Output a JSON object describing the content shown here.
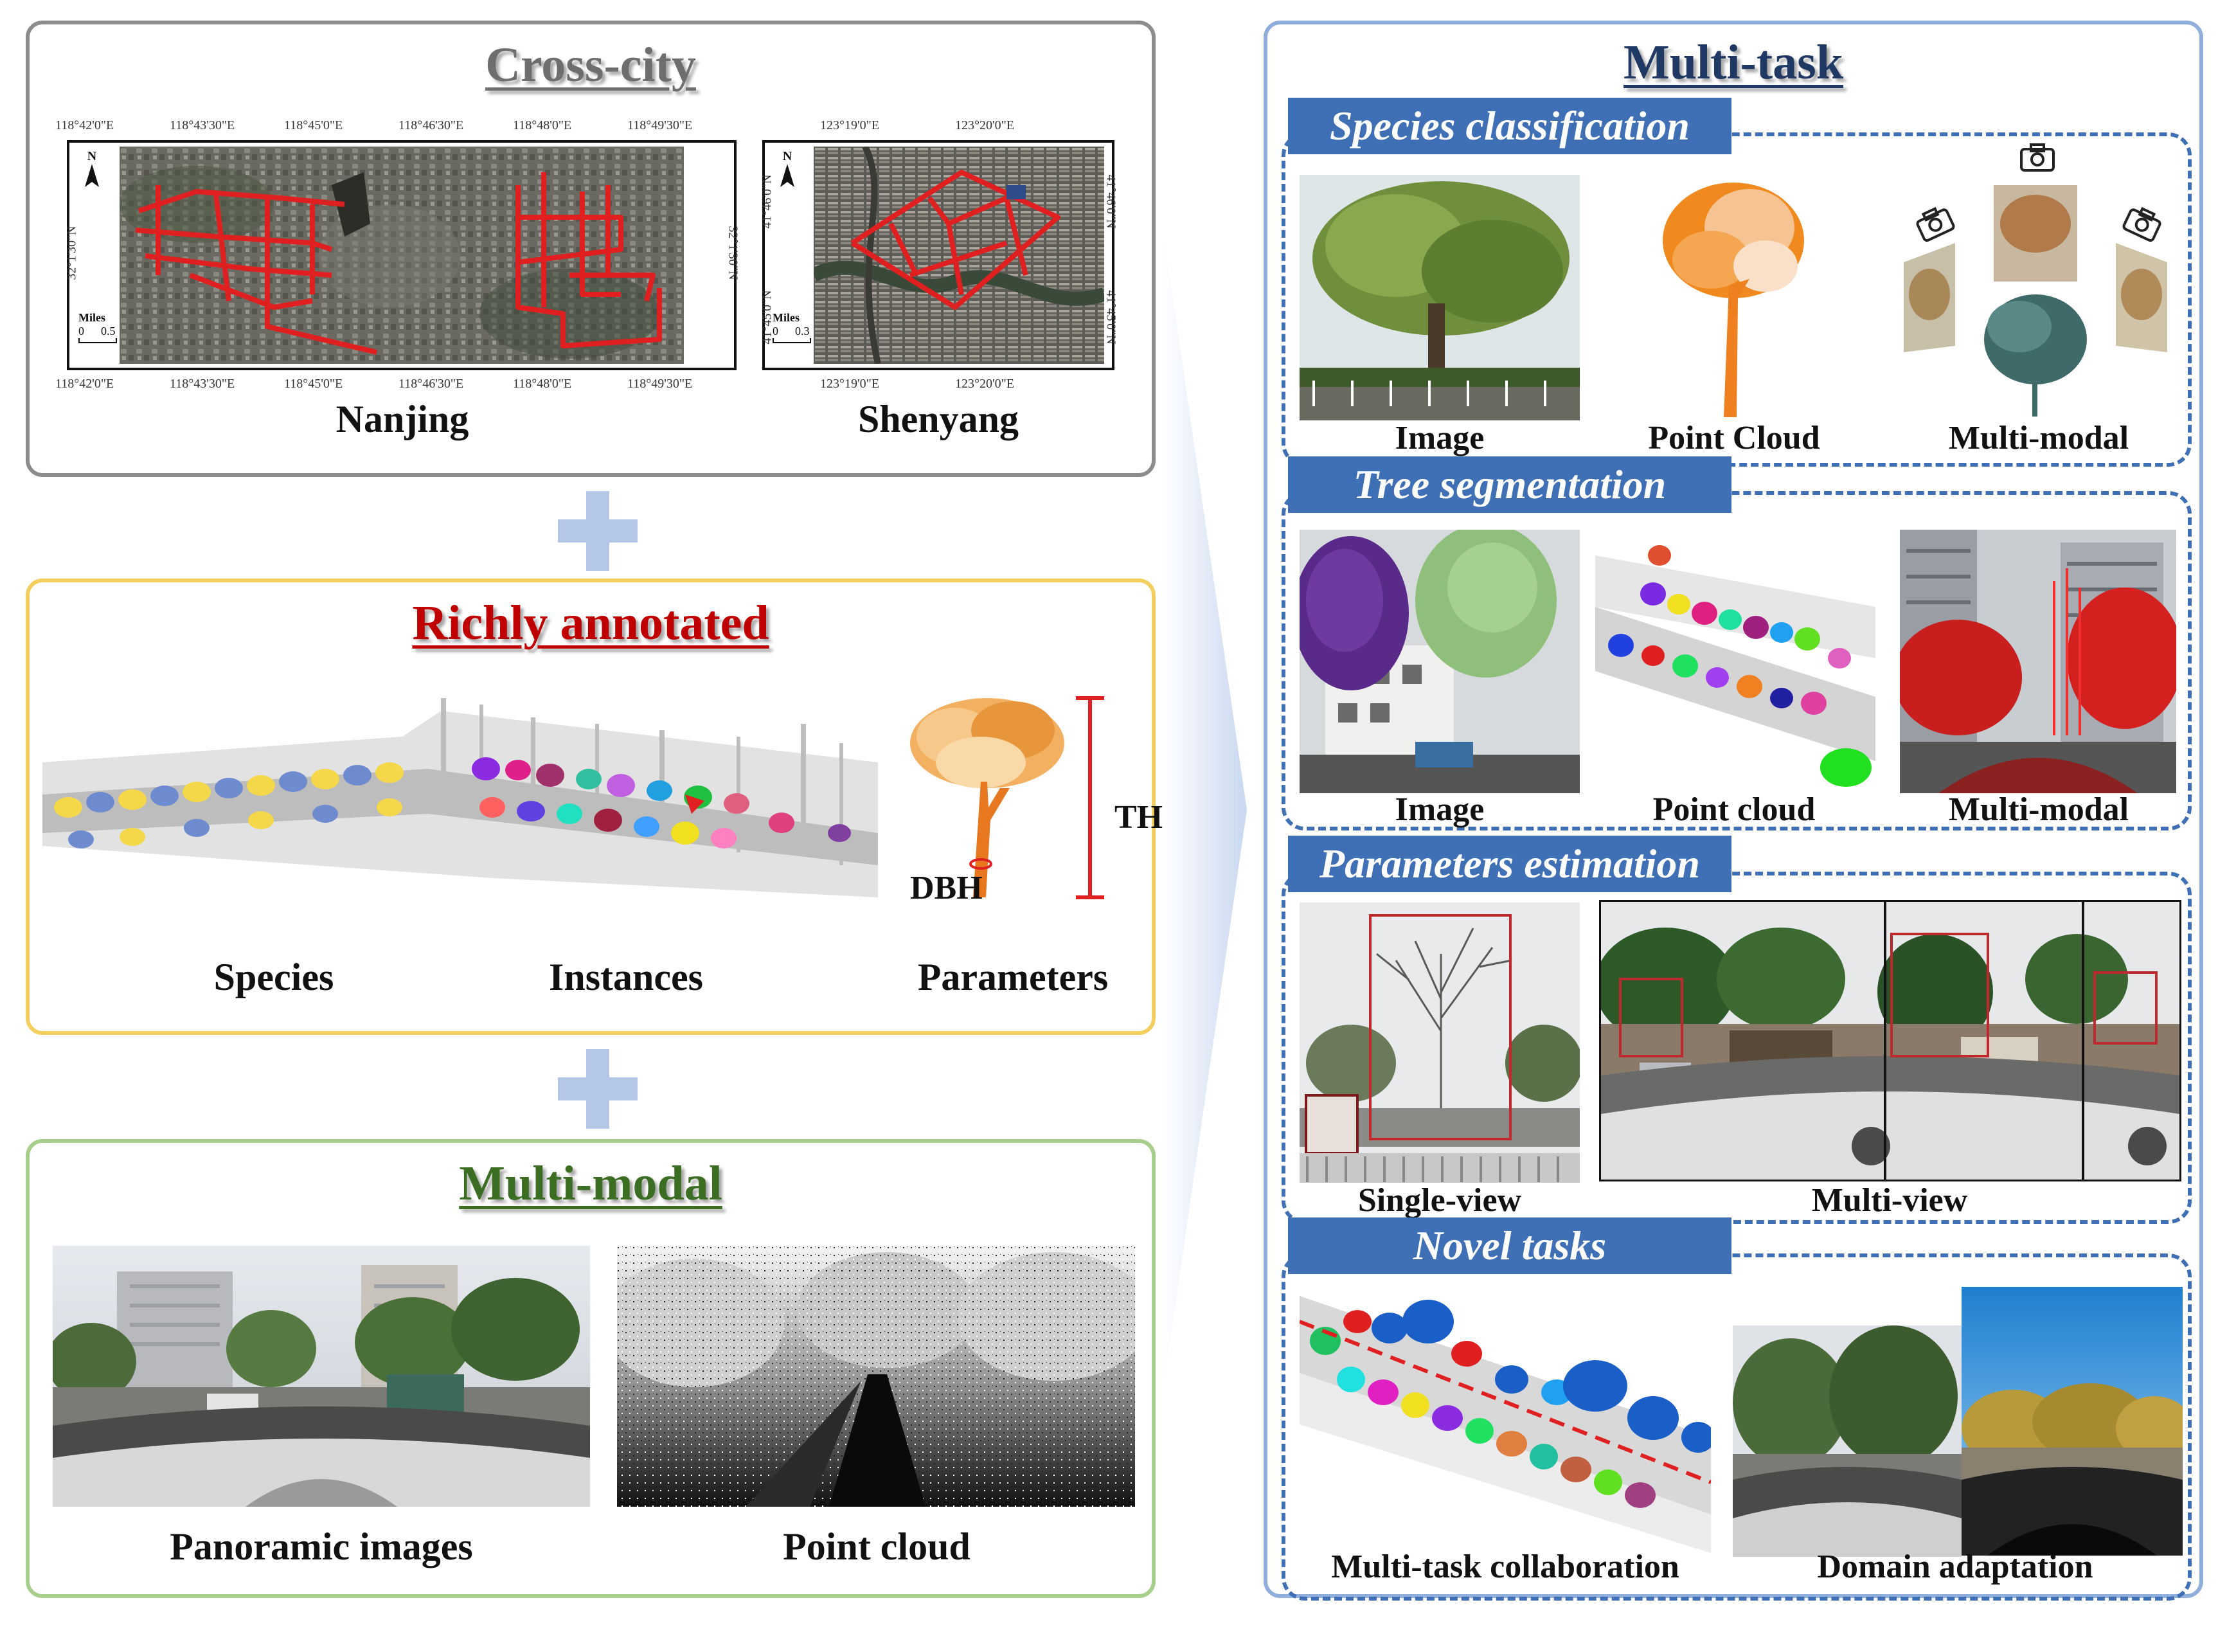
{
  "cross_city": {
    "title": "Cross-city",
    "nanjing": {
      "label": "Nanjing",
      "top_ticks": [
        "118°42'0\"E",
        "118°43'30\"E",
        "118°45'0\"E",
        "118°46'30\"E",
        "118°48'0\"E",
        "118°49'30\"E"
      ],
      "bottom_ticks": [
        "118°42'0\"E",
        "118°43'30\"E",
        "118°45'0\"E",
        "118°46'30\"E",
        "118°48'0\"E",
        "118°49'30\"E"
      ],
      "lat_tick": "32°1'30\"N",
      "scale_title": "Miles",
      "scale_values": [
        "0",
        "0.5"
      ]
    },
    "shenyang": {
      "label": "Shenyang",
      "top_ticks": [
        "123°19'0\"E",
        "123°20'0\"E"
      ],
      "bottom_ticks": [
        "123°19'0\"E",
        "123°20'0\"E"
      ],
      "lat_ticks": [
        "41°46'0\"N",
        "41°45'0\"N"
      ],
      "scale_title": "Miles",
      "scale_values": [
        "0",
        "0.3"
      ]
    },
    "north_label": "N"
  },
  "richly_annotated": {
    "title": "Richly annotated",
    "labels": [
      "Species",
      "Instances",
      "Parameters"
    ],
    "th_label": "TH",
    "dbh_label": "DBH"
  },
  "multi_modal": {
    "title": "Multi-modal",
    "labels": [
      "Panoramic images",
      "Point cloud"
    ]
  },
  "multi_task": {
    "title": "Multi-task",
    "sections": [
      {
        "tab": "Species classification",
        "labels": [
          "Image",
          "Point Cloud",
          "Multi-modal"
        ]
      },
      {
        "tab": "Tree segmentation",
        "labels": [
          "Image",
          "Point cloud",
          "Multi-modal"
        ]
      },
      {
        "tab": "Parameters estimation",
        "labels": [
          "Single-view",
          "Multi-view"
        ]
      },
      {
        "tab": "Novel tasks",
        "labels": [
          "Multi-task collaboration",
          "Domain adaptation"
        ]
      }
    ]
  },
  "colors": {
    "cross_city_border": "#8C8C8C",
    "richly_border": "#F2CF5E",
    "multimodal_border": "#A8CE8C",
    "multitask_border": "#8FAEDB",
    "tab_blue": "#3F6FB5",
    "richly_title": "#C00000",
    "multimodal_title": "#3B6E22",
    "multitask_title": "#1F3864",
    "plus": "#B4C7E7",
    "route_red": "#E02020"
  }
}
